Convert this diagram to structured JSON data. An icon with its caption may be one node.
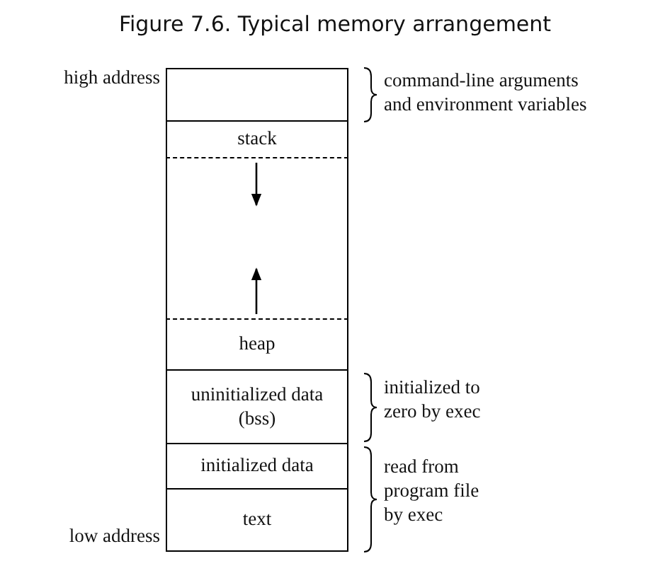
{
  "diagram": {
    "title": "Figure 7.6. Typical memory arrangement",
    "nodes": [
      {
        "text": [],
        "shape": "box"
      },
      {
        "text": [
          "stack"
        ]
      },
      {
        "text": [],
        "shape": "box"
      },
      {
        "text": [
          "heap"
        ]
      },
      {
        "text": [
          "uninitialized data (bss)"
        ]
      },
      {
        "text": [
          "initialized data"
        ]
      },
      {
        "text": [
          "text"
        ]
      }
    ],
    "edges": [],
    "labels": [
      "high address",
      "command-line arguments and environment variables",
      "initialized to zero by exec",
      "read from program file by exec",
      "low address"
    ]
  }
}
